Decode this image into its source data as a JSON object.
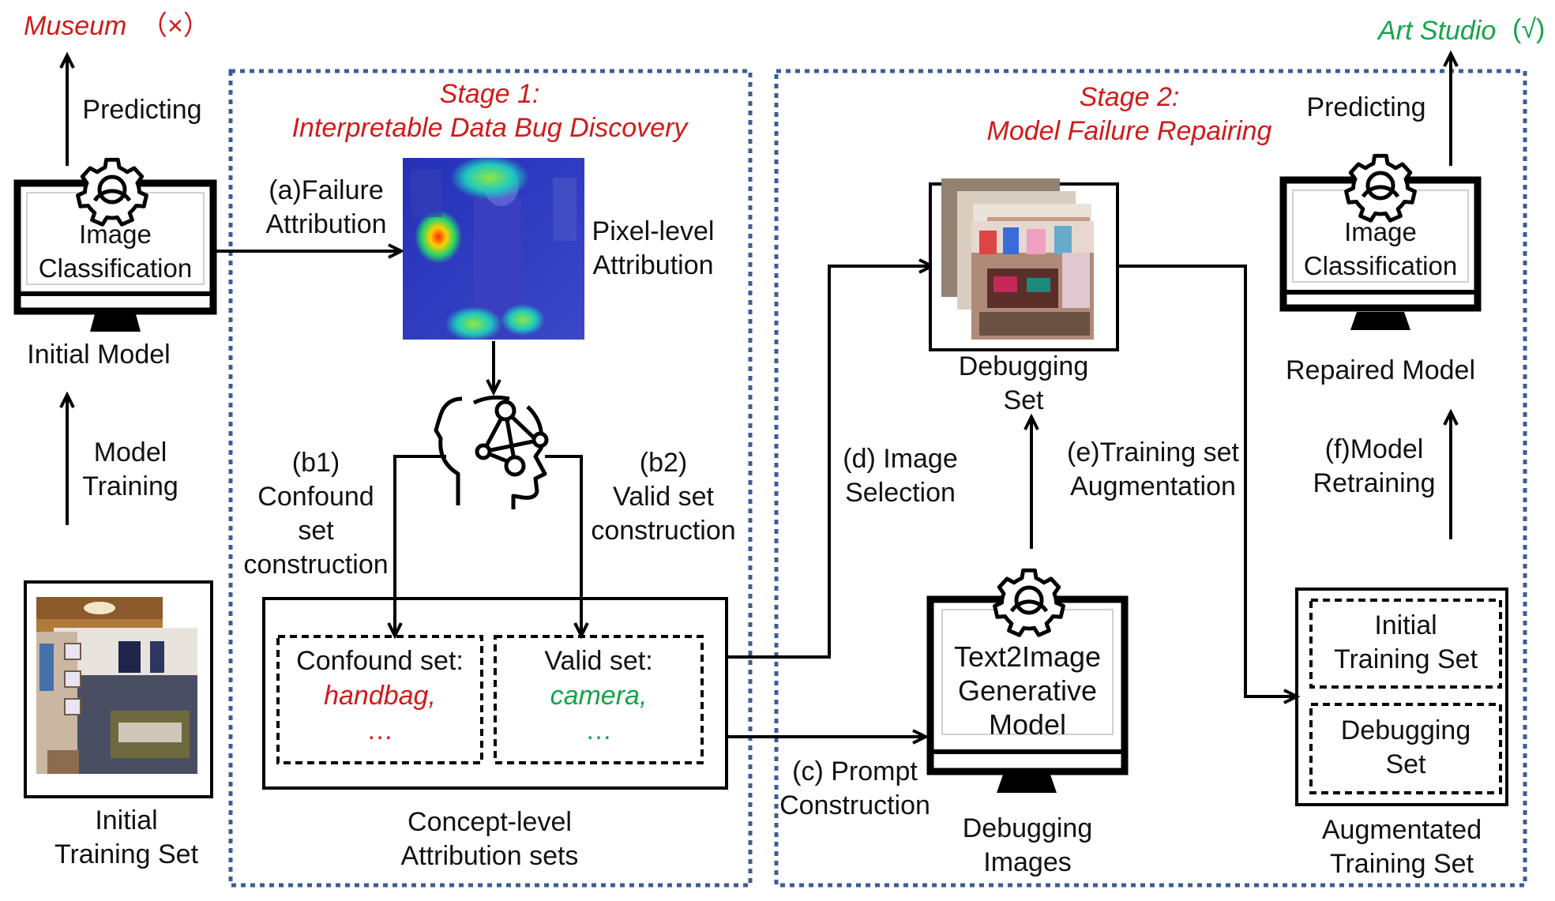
{
  "top_left": {
    "museum": "Museum",
    "museum_mark": "（×）",
    "predicting": "Predicting"
  },
  "top_right": {
    "art_studio": "Art Studio",
    "art_studio_mark": "(√)",
    "predicting": "Predicting"
  },
  "initial_model": {
    "screen_text": "Image\nClassification",
    "caption": "Initial Model"
  },
  "model_training": "Model\nTraining",
  "initial_training_set": "Initial\nTraining Set",
  "stage1": {
    "title": "Stage 1:",
    "subtitle": "Interpretable Data Bug Discovery"
  },
  "failure_attribution": "(a)Failure\nAttribution",
  "pixel_level": "Pixel-level\nAttribution",
  "b1": "(b1)\nConfound\nset\nconstruction",
  "b2": "(b2)\nValid set\nconstruction",
  "confound_set": {
    "label": "Confound set:",
    "example": "handbag,",
    "more": "…"
  },
  "valid_set": {
    "label": "Valid set:",
    "example": "camera,",
    "more": "…"
  },
  "concept_level": "Concept-level\nAttribution sets",
  "stage2": {
    "title": "Stage 2:",
    "subtitle": "Model Failure Repairing"
  },
  "debugging_set": "Debugging\nSet",
  "image_selection": "(d) Image\nSelection",
  "training_set_aug": "(e)Training set\nAugmentation",
  "prompt_construction": "(c) Prompt\nConstruction",
  "generative_model": {
    "screen_text": "Text2Image\nGenerative\nModel",
    "caption": "Debugging\nImages"
  },
  "repaired_model": {
    "screen_text": "Image\nClassification",
    "caption": "Repaired Model"
  },
  "model_retraining": "(f)Model\nRetraining",
  "augmented": {
    "initial": "Initial\nTraining Set",
    "debugging": "Debugging\nSet",
    "caption": "Augmentated\nTraining Set"
  },
  "colors": {
    "red": "#d11a1a",
    "green": "#16a34a",
    "stage_border": "#3d5c99",
    "line": "#000000"
  },
  "icons": [
    "gear-icon",
    "monitor-icon",
    "head-network-icon",
    "heatmap-image",
    "photo-stack"
  ]
}
